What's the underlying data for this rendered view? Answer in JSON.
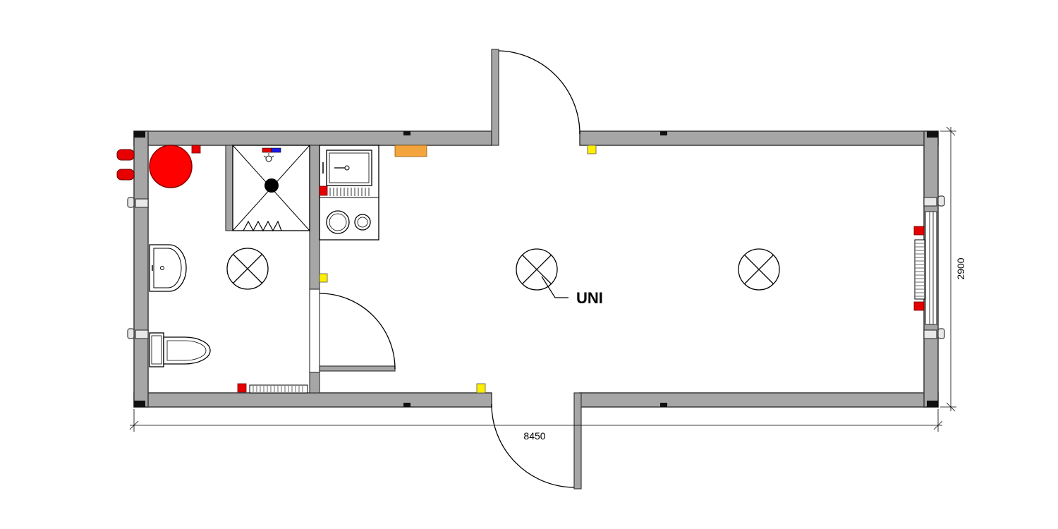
{
  "plan": {
    "room_label": "UNI",
    "dimensions": {
      "length": "8450",
      "width": "2900"
    }
  },
  "colors": {
    "wall": "#a6a6a6",
    "wall_outline": "#3a3a3a",
    "red_marker": "#e60000",
    "yellow_marker": "#ffee00",
    "orange_marker": "#f4a43c",
    "boiler": "#ff0000"
  }
}
